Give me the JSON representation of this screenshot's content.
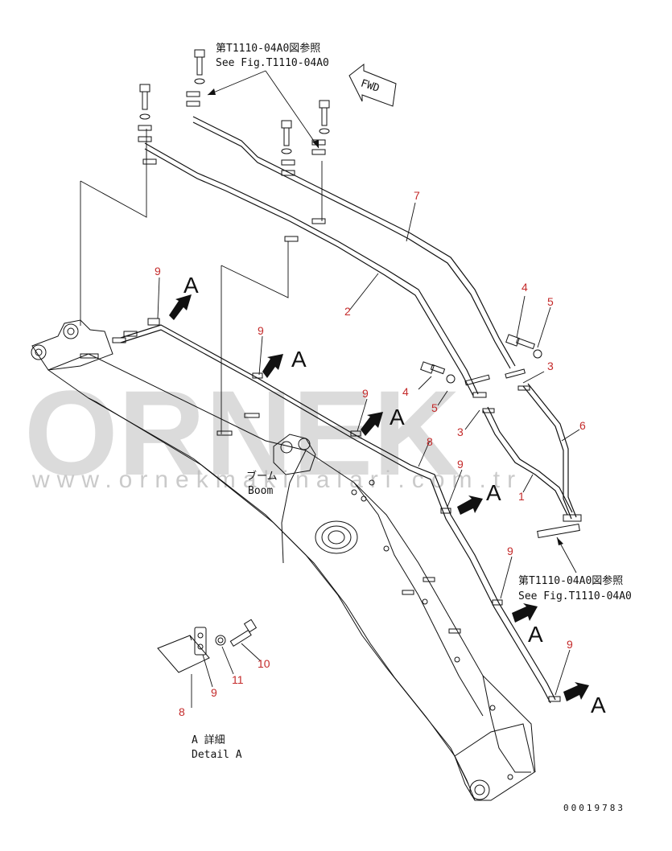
{
  "watermark": {
    "brand": "ORNEK",
    "url": "www.ornekmakinalari.com.tr"
  },
  "references": {
    "top_jp": "第T1110-04A0図参照",
    "top_en": "See Fig.T1110-04A0",
    "right_jp": "第T1110-04A0図参照",
    "right_en": "See Fig.T1110-04A0"
  },
  "fwd_label": "FWD",
  "boom_label": {
    "jp": "ブーム",
    "en": "Boom"
  },
  "detail_label": {
    "jp": "A 詳細",
    "en": "Detail A"
  },
  "view_letter": "A",
  "part_numbers": {
    "p1": "1",
    "p2": "2",
    "p3a": "3",
    "p3b": "3",
    "p4a": "4",
    "p4b": "4",
    "p5a": "5",
    "p5b": "5",
    "p6": "6",
    "p7": "7",
    "p8": "8",
    "p8d": "8",
    "p9a": "9",
    "p9b": "9",
    "p9c": "9",
    "p9d": "9",
    "p9e": "9",
    "p9f": "9",
    "p9g": "9",
    "p10": "10",
    "p11": "11"
  },
  "drawing_number": "00019783"
}
